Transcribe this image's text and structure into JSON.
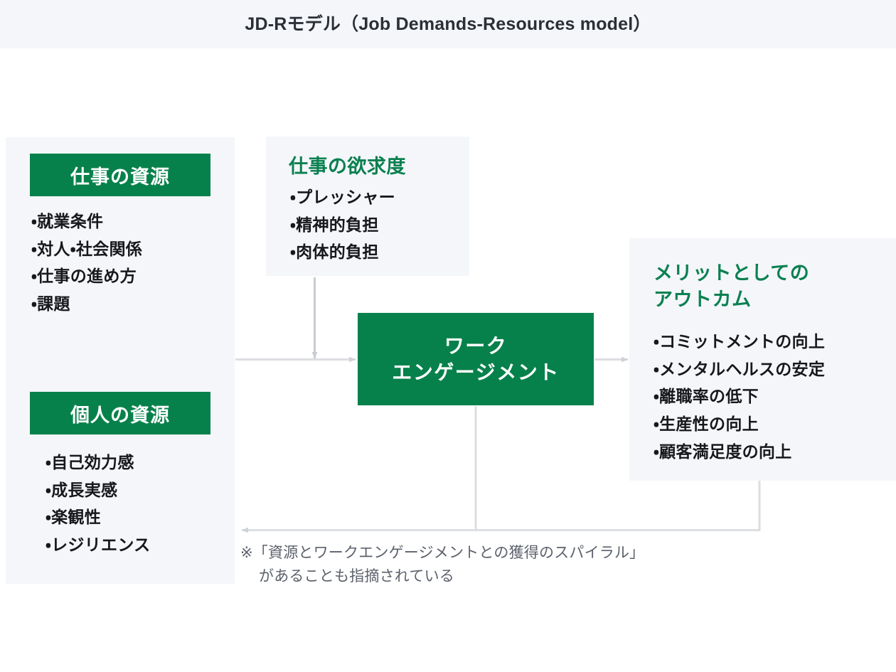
{
  "title": "JD-Rモデル（Job Demands-Resources model）",
  "colors": {
    "green": "#07814b",
    "green_text": "#0a8050",
    "panel_bg": "#f4f6fa",
    "body_text": "#16181c",
    "note_text": "#5c616b",
    "connector": "#d7d9dd",
    "connector_dark": "#8a8e96"
  },
  "job_resources": {
    "heading": "仕事の資源",
    "items": [
      "就業条件",
      "対人・社会関係",
      "仕事の進め方",
      "課題"
    ]
  },
  "personal_resources": {
    "heading": "個人の資源",
    "items": [
      "自己効力感",
      "成長実感",
      "楽観性",
      "レジリエンス"
    ]
  },
  "job_demands": {
    "heading": "仕事の欲求度",
    "items": [
      "プレッシャー",
      "精神的負担",
      "肉体的負担"
    ]
  },
  "core": {
    "line1": "ワーク",
    "line2": "エンゲージメント"
  },
  "outcomes": {
    "heading_line1": "メリットとしての",
    "heading_line2": "アウトカム",
    "items": [
      "コミットメントの向上",
      "メンタルヘルスの安定",
      "離職率の低下",
      "生産性の向上",
      "顧客満足度の向上"
    ]
  },
  "footnote": {
    "line1": "※「資源とワークエンゲージメントとの獲得のスパイラル」",
    "line2": "があることも指摘されている"
  }
}
